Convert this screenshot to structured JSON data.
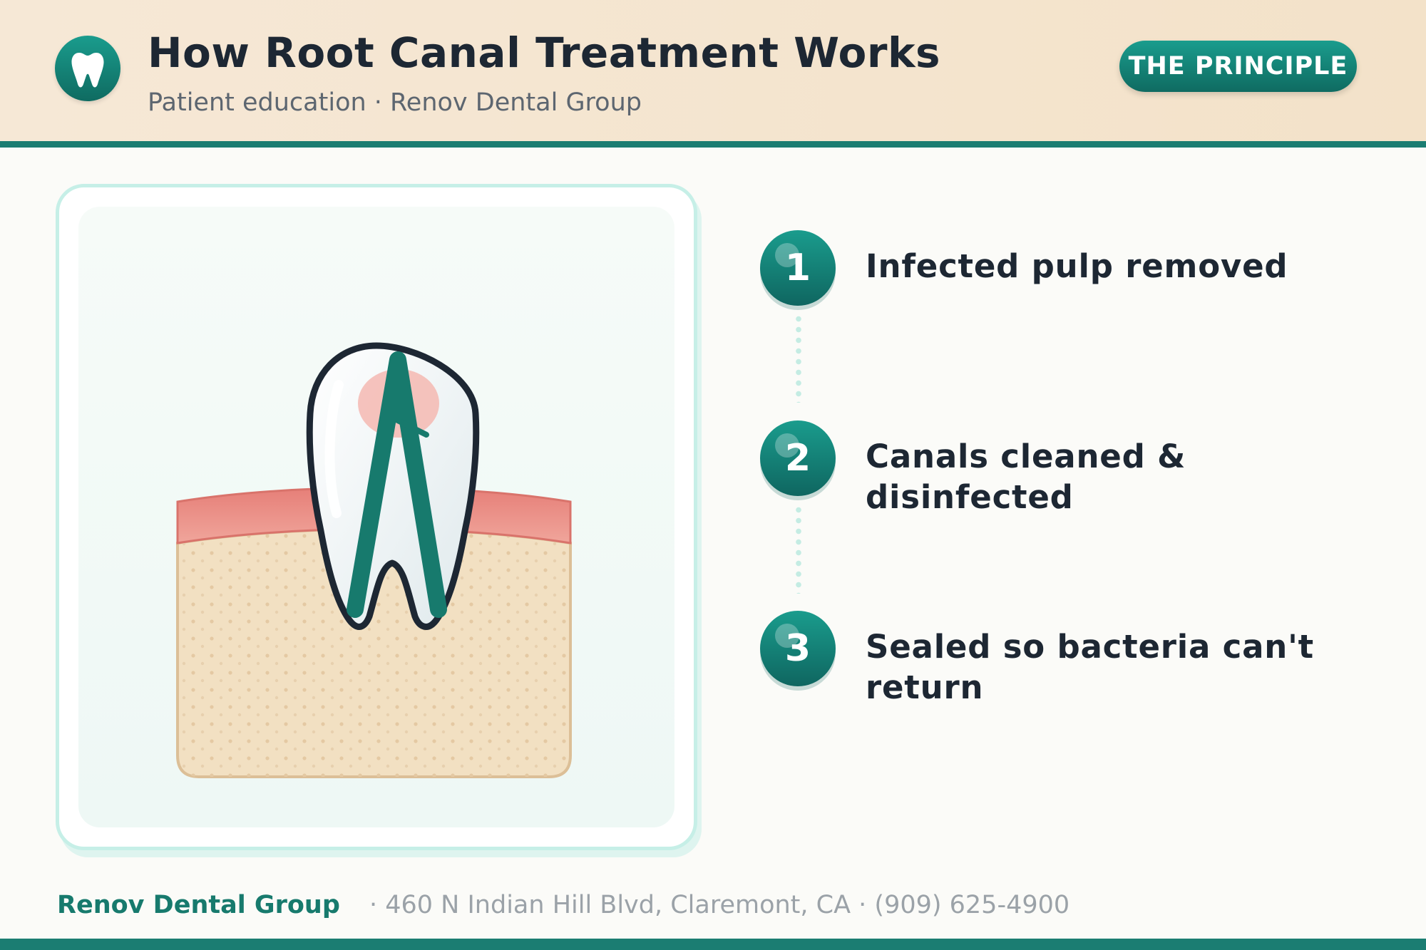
{
  "header": {
    "title": "How Root Canal Treatment Works",
    "subtitle": "Patient education · Renov Dental Group",
    "badge": "THE PRINCIPLE",
    "logo_icon": "tooth-icon"
  },
  "illustration": {
    "description_icon": "tooth-cross-section-icon"
  },
  "steps": [
    {
      "number": "1",
      "text": "Infected pulp removed"
    },
    {
      "number": "2",
      "text": "Canals cleaned & disinfected"
    },
    {
      "number": "3",
      "text": "Sealed so bacteria can't return"
    }
  ],
  "footer": {
    "brand": "Renov Dental Group",
    "info": "· 460 N Indian Hill Blvd, Claremont, CA · (909) 625-4900"
  },
  "colors": {
    "accent": "#1b7d72",
    "accent_light": "#c6efe7",
    "text_dark": "#1d2733",
    "gum": "#e8938a",
    "bone": "#f2e0c2",
    "pulp_infection": "#f4b8b2"
  }
}
